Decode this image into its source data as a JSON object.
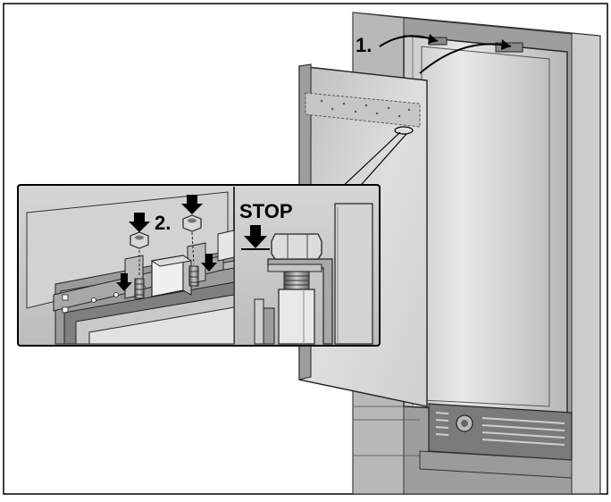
{
  "labels": {
    "step1": "1.",
    "step2": "2.",
    "stop": "STOP"
  },
  "icons": {
    "arrow": "down-arrow-icon",
    "nut": "hex-nut-icon",
    "bolt": "bolt-icon"
  },
  "colors": {
    "frame": "#000000",
    "panel": "#d8d8d8",
    "cabinet": "#c4c4c4",
    "shadow": "#8a8a8a"
  }
}
